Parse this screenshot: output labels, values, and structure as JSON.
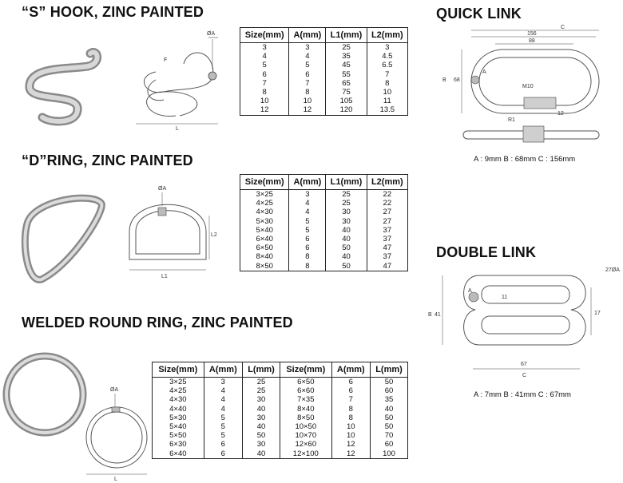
{
  "s_hook": {
    "title": "“S” HOOK, ZINC PAINTED",
    "headers": [
      "Size(mm)",
      "A(mm)",
      "L1(mm)",
      "L2(mm)"
    ],
    "rows": [
      [
        "3",
        "3",
        "25",
        "3"
      ],
      [
        "4",
        "4",
        "35",
        "4.5"
      ],
      [
        "5",
        "5",
        "45",
        "6.5"
      ],
      [
        "6",
        "6",
        "55",
        "7"
      ],
      [
        "7",
        "7",
        "65",
        "8"
      ],
      [
        "8",
        "8",
        "75",
        "10"
      ],
      [
        "10",
        "10",
        "105",
        "11"
      ],
      [
        "12",
        "12",
        "120",
        "13.5"
      ]
    ],
    "labels": {
      "dia": "ØA",
      "f": "F",
      "l": "L"
    }
  },
  "d_ring": {
    "title": "“D”RING, ZINC PAINTED",
    "headers": [
      "Size(mm)",
      "A(mm)",
      "L1(mm)",
      "L2(mm)"
    ],
    "rows": [
      [
        "3×25",
        "3",
        "25",
        "22"
      ],
      [
        "4×25",
        "4",
        "25",
        "22"
      ],
      [
        "4×30",
        "4",
        "30",
        "27"
      ],
      [
        "5×30",
        "5",
        "30",
        "27"
      ],
      [
        "5×40",
        "5",
        "40",
        "37"
      ],
      [
        "6×40",
        "6",
        "40",
        "37"
      ],
      [
        "6×50",
        "6",
        "50",
        "47"
      ],
      [
        "8×40",
        "8",
        "40",
        "37"
      ],
      [
        "8×50",
        "8",
        "50",
        "47"
      ]
    ],
    "labels": {
      "dia": "ØA",
      "l1": "L1",
      "l2": "L2"
    }
  },
  "round_ring": {
    "title": "WELDED ROUND RING, ZINC PAINTED",
    "headers": [
      "Size(mm)",
      "A(mm)",
      "L(mm)",
      "Size(mm)",
      "A(mm)",
      "L(mm)"
    ],
    "rows": [
      [
        "3×25",
        "3",
        "25",
        "6×50",
        "6",
        "50"
      ],
      [
        "4×25",
        "4",
        "25",
        "6×60",
        "6",
        "60"
      ],
      [
        "4×30",
        "4",
        "30",
        "7×35",
        "7",
        "35"
      ],
      [
        "4×40",
        "4",
        "40",
        "8×40",
        "8",
        "40"
      ],
      [
        "5×30",
        "5",
        "30",
        "8×50",
        "8",
        "50"
      ],
      [
        "5×40",
        "5",
        "40",
        "10×50",
        "10",
        "50"
      ],
      [
        "5×50",
        "5",
        "50",
        "10×70",
        "10",
        "70"
      ],
      [
        "6×30",
        "6",
        "30",
        "12×60",
        "12",
        "60"
      ],
      [
        "6×40",
        "6",
        "40",
        "12×100",
        "12",
        "100"
      ]
    ],
    "labels": {
      "dia": "ØA",
      "l": "L"
    }
  },
  "quick_link": {
    "title": "QUICK LINK",
    "caption": "A : 9mm   B : 68mm   C : 156mm",
    "labels": {
      "d156": "156",
      "d88": "88",
      "c": "C",
      "b": "B",
      "d68": "68",
      "a": "A",
      "m10": "M10",
      "r1": "R1",
      "d12": "12"
    }
  },
  "double_link": {
    "title": "DOUBLE LINK",
    "caption": "A : 7mm   B : 41mm   C : 67mm",
    "labels": {
      "d27": "27ØA",
      "d11": "11",
      "b": "B",
      "d41": "41",
      "d17": "17",
      "a": "A",
      "d67": "67",
      "c": "C"
    }
  }
}
